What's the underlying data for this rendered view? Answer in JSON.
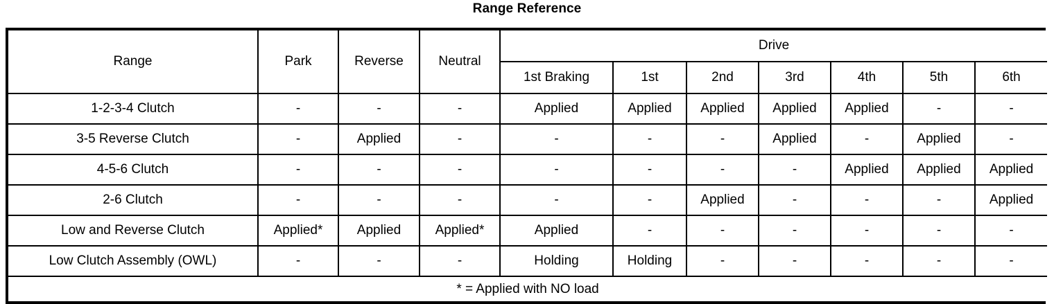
{
  "title": "Range Reference",
  "table": {
    "header": {
      "range_label": "Range",
      "mode_columns": [
        "Park",
        "Reverse",
        "Neutral"
      ],
      "drive_group_label": "Drive",
      "drive_columns": [
        "1st Braking",
        "1st",
        "2nd",
        "3rd",
        "4th",
        "5th",
        "6th"
      ]
    },
    "rows": [
      {
        "label": "1-2-3-4 Clutch",
        "values": [
          "-",
          "-",
          "-",
          "Applied",
          "Applied",
          "Applied",
          "Applied",
          "Applied",
          "-",
          "-"
        ]
      },
      {
        "label": "3-5 Reverse Clutch",
        "values": [
          "-",
          "Applied",
          "-",
          "-",
          "-",
          "-",
          "Applied",
          "-",
          "Applied",
          "-"
        ]
      },
      {
        "label": "4-5-6 Clutch",
        "values": [
          "-",
          "-",
          "-",
          "-",
          "-",
          "-",
          "-",
          "Applied",
          "Applied",
          "Applied"
        ]
      },
      {
        "label": "2-6 Clutch",
        "values": [
          "-",
          "-",
          "-",
          "-",
          "-",
          "Applied",
          "-",
          "-",
          "-",
          "Applied"
        ]
      },
      {
        "label": "Low and Reverse Clutch",
        "values": [
          "Applied*",
          "Applied",
          "Applied*",
          "Applied",
          "-",
          "-",
          "-",
          "-",
          "-",
          "-"
        ]
      },
      {
        "label": "Low Clutch Assembly (OWL)",
        "values": [
          "-",
          "-",
          "-",
          "Holding",
          "Holding",
          "-",
          "-",
          "-",
          "-",
          "-"
        ]
      }
    ],
    "footnote": "* = Applied with NO load"
  },
  "colors": {
    "text": "#000000",
    "background": "#ffffff",
    "border": "#000000"
  }
}
